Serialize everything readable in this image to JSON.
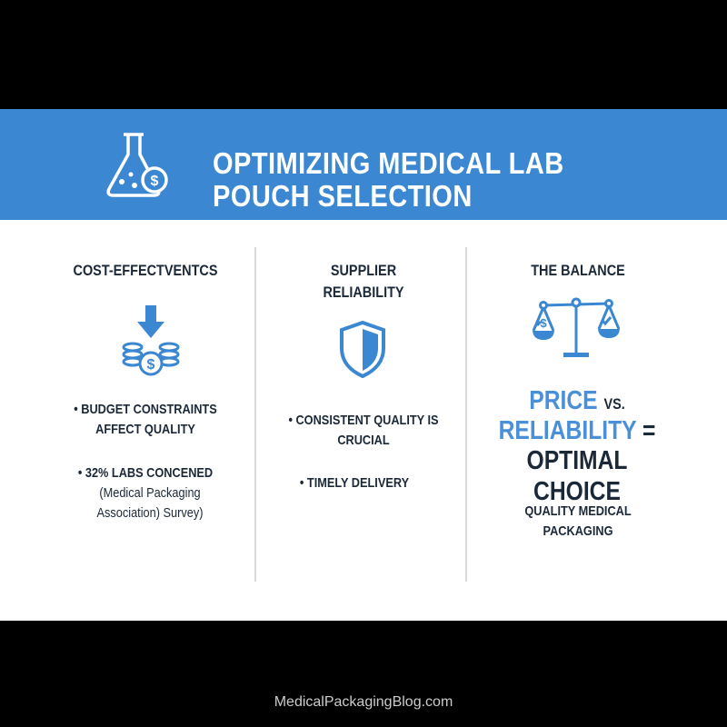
{
  "header": {
    "title": "OPTIMIZING MEDICAL LAB POUCH SELECTION",
    "icon": "flask-icon"
  },
  "columns": [
    {
      "heading": "COST-EFFECTVENTCS",
      "icon": "coins-down-arrow-icon",
      "bullets": [
        "BUDGET CONSTRAINTS AFFECT QUALITY",
        "32% LABS CONCENED"
      ],
      "note": "(Medical Packaging Association) Survey)"
    },
    {
      "heading": "SUPPLIER RELIABILITY",
      "icon": "shield-icon",
      "bullets": [
        "CONSISTENT QUALITY IS CRUCIAL",
        "TIMELY DELIVERY"
      ]
    },
    {
      "heading": "THE BALANCE",
      "icon": "scales-icon",
      "equation": {
        "price": "PRICE",
        "vs": "VS.",
        "reliability": "RELIABILITY",
        "equals": "=",
        "result": "OPTIMAL CHOICE"
      },
      "tagline": "QUALITY MEDICAL PACKAGING"
    }
  ],
  "footer": "MedicalPackagingBlog.com",
  "colors": {
    "banner": "#3b87d2",
    "accent": "#4a90d9",
    "text": "#1b2838"
  }
}
